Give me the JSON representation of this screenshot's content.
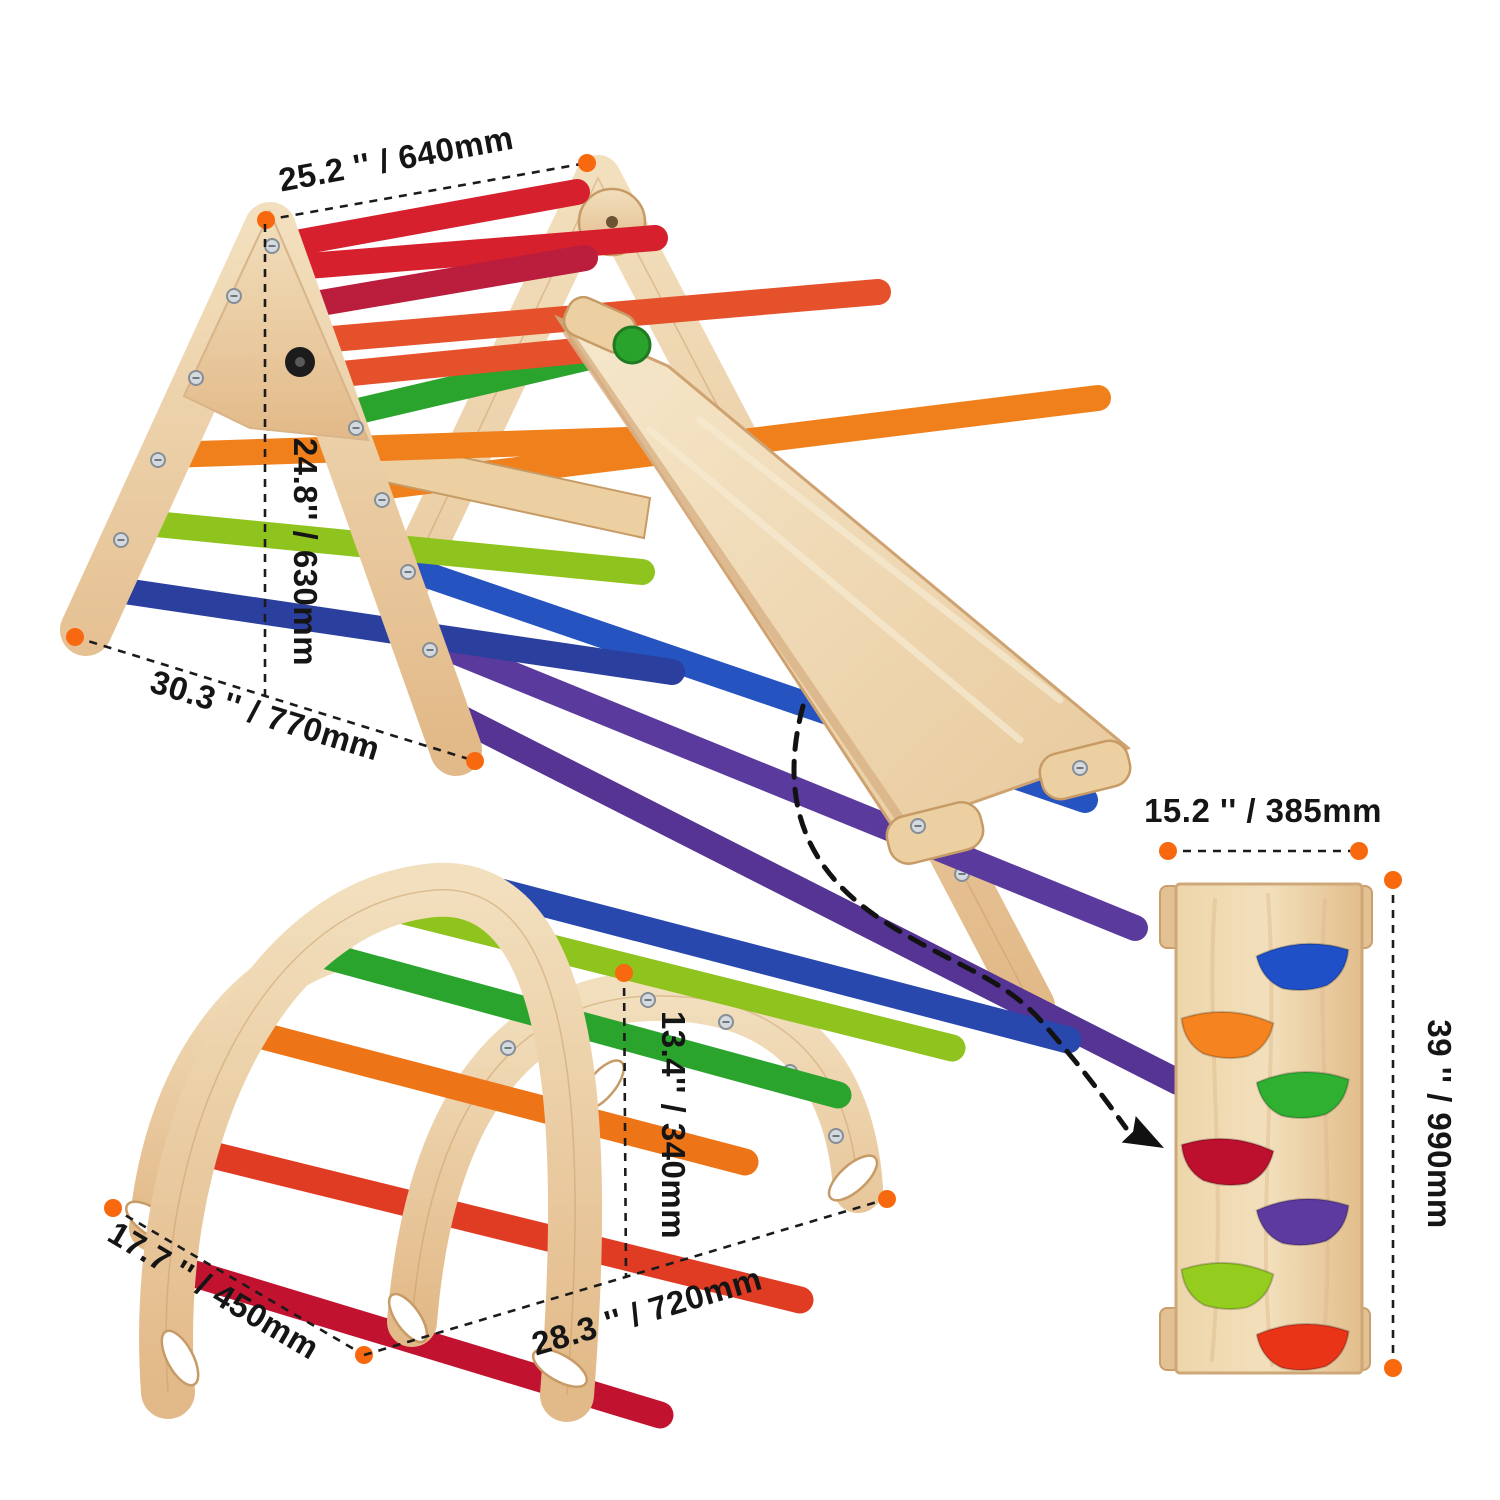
{
  "figure": {
    "description_labels": {
      "triangle_width": "25.2 '' / 640mm",
      "triangle_height": "24.8'' / 630mm",
      "triangle_depth": "30.3 '' / 770mm",
      "arch_depth": "17.7 '' / 450mm",
      "arch_height": "13.4'' / 340mm",
      "arch_width": "28.3 '' / 720mm",
      "board_width": "15.2 '' / 385mm",
      "board_height": "39 '' / 990mm"
    }
  },
  "colors": {
    "accent_dot": "#f8690f",
    "annotation_text": "#151515",
    "annotation_line": "#1b1b1b",
    "wood_light": "#f2dfbd",
    "wood_dark": "#e2b988",
    "knob_black": "#1c1c1c",
    "knob_green": "#2aa32c"
  },
  "triangle": {
    "rungs_left": [
      {
        "name": "red",
        "color": "#d6202e"
      },
      {
        "name": "crimson",
        "color": "#bb1d3c"
      },
      {
        "name": "vermilion",
        "color": "#e5512b"
      },
      {
        "name": "orange",
        "color": "#f0801c"
      },
      {
        "name": "lime",
        "color": "#8fc31d"
      },
      {
        "name": "blue",
        "color": "#2b3f9e"
      }
    ],
    "rungs_right": [
      {
        "name": "red",
        "color": "#d6202e"
      },
      {
        "name": "vermilion",
        "color": "#e5512b"
      },
      {
        "name": "green",
        "color": "#2aa42d"
      },
      {
        "name": "orange",
        "color": "#f0801c"
      },
      {
        "name": "blue",
        "color": "#2553c0"
      },
      {
        "name": "purple",
        "color": "#5b3a9e"
      },
      {
        "name": "purple-dark",
        "color": "#553494"
      }
    ]
  },
  "arch": {
    "rungs": [
      {
        "name": "crimson",
        "color": "#c1122f"
      },
      {
        "name": "red-orange",
        "color": "#e03c24"
      },
      {
        "name": "orange",
        "color": "#ed7417"
      },
      {
        "name": "green",
        "color": "#2aa42d"
      },
      {
        "name": "lime",
        "color": "#8fc31d"
      },
      {
        "name": "blue",
        "color": "#2948ad"
      }
    ]
  },
  "board": {
    "holds": [
      {
        "name": "blue",
        "color": "#2050c8"
      },
      {
        "name": "orange",
        "color": "#f5831f"
      },
      {
        "name": "green",
        "color": "#2fb031"
      },
      {
        "name": "crimson",
        "color": "#bd0f2e"
      },
      {
        "name": "purple",
        "color": "#5d3aa0"
      },
      {
        "name": "lime",
        "color": "#95cd1f"
      },
      {
        "name": "red",
        "color": "#e93418"
      }
    ]
  }
}
